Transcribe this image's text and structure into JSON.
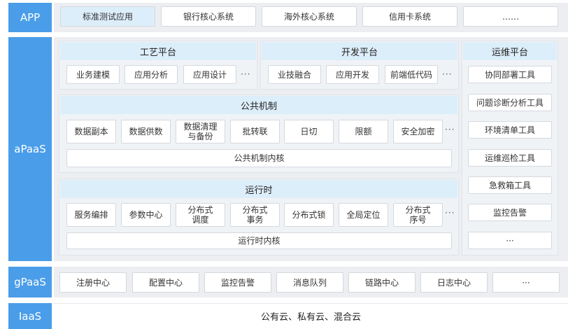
{
  "layers": {
    "app": "APP",
    "apaas": "aPaaS",
    "gpaas": "gPaaS",
    "iaas": "IaaS"
  },
  "app_row": [
    "标准测试应用",
    "银行核心系统",
    "海外核心系统",
    "信用卡系统",
    "……"
  ],
  "craft": {
    "title": "工艺平台",
    "items": [
      "业务建模",
      "应用分析",
      "应用设计"
    ],
    "more": "···"
  },
  "dev": {
    "title": "开发平台",
    "items": [
      "业技融合",
      "应用开发",
      "前端低代码"
    ],
    "more": "···"
  },
  "common": {
    "title": "公共机制",
    "items": [
      "数据副本",
      "数据供数",
      "数据清理\n与备份",
      "批转联",
      "日切",
      "限额",
      "安全加密"
    ],
    "more": "···",
    "kernel": "公共机制内核"
  },
  "runtime": {
    "title": "运行时",
    "items": [
      "服务编排",
      "参数中心",
      "分布式\n调度",
      "分布式\n事务",
      "分布式锁",
      "全局定位",
      "分布式\n序号"
    ],
    "more": "···",
    "kernel": "运行时内核"
  },
  "ops": {
    "title": "运维平台",
    "items": [
      "协同部署工具",
      "问题诊断分析工具",
      "环境清单工具",
      "运维巡检工具",
      "急救箱工具",
      "监控告警",
      "···"
    ]
  },
  "gpaas_row": [
    "注册中心",
    "配置中心",
    "监控告警",
    "消息队列",
    "链路中心",
    "日志中心",
    "···"
  ],
  "iaas_text": "公有云、私有云、混合云",
  "colors": {
    "layer_label": "#4a9de8",
    "header_fill": "#ddeefb",
    "band_fill": "#eceef1"
  }
}
